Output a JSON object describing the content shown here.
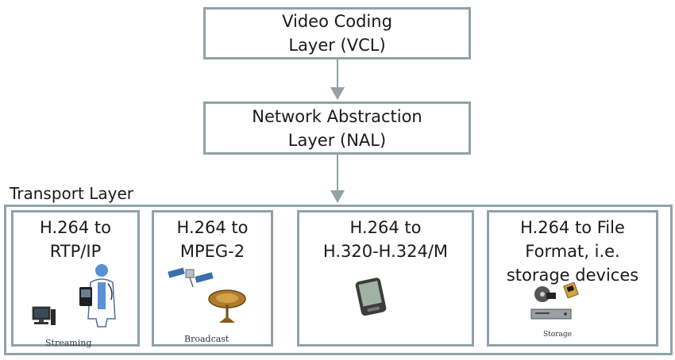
{
  "vcl": {
    "lines": [
      "Video Coding",
      "Layer (VCL)"
    ]
  },
  "nal": {
    "lines": [
      "Network Abstraction",
      "Layer (NAL)"
    ]
  },
  "transport": {
    "label": "Transport Layer",
    "boxes": [
      {
        "lines": [
          "H.264 to",
          "RTP/IP"
        ],
        "caption": "Streaming"
      },
      {
        "lines": [
          "H.264 to",
          "MPEG-2"
        ],
        "caption": "Broadcast"
      },
      {
        "lines": [
          "H.264 to",
          "H.320-H.324/M"
        ]
      },
      {
        "lines": [
          "H.264 to File",
          "Format, i.e.",
          "storage devices"
        ],
        "caption": "Storage"
      }
    ]
  },
  "colors": {
    "border": "#8fa3a8",
    "arrow": "#8fa3a8",
    "text": "#1a1a1a"
  }
}
